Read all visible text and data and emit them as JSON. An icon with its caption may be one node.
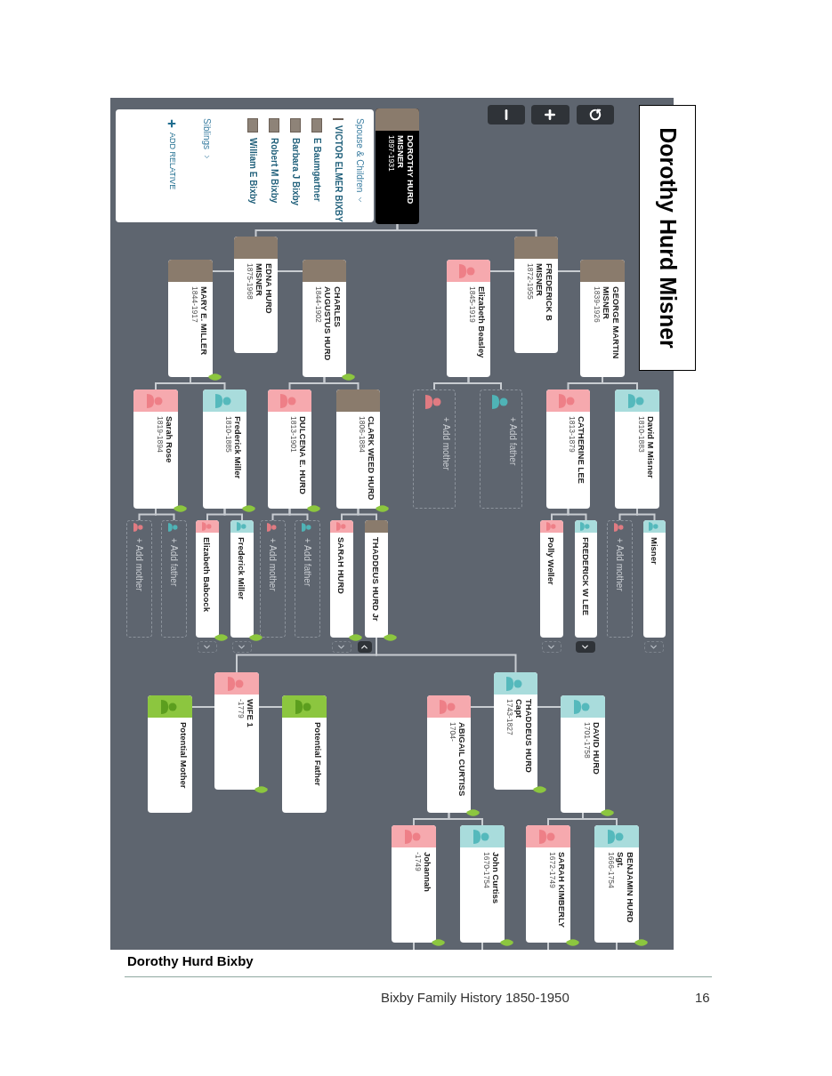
{
  "diagram": {
    "title": "Dorothy Hurd Misner",
    "caption": "Dorothy Hurd Bixby",
    "nodes": [
      {
        "text": [
          "DOROTHY HURD MISNER",
          "1897-1931"
        ]
      },
      {
        "text": [
          "Spouse & Children",
          "VICTOR ELMER BIXBY",
          "E Baumgartner",
          "Barbara J Bixby",
          "Robert M Bixby",
          "William E Bixby",
          "Siblings",
          "ADD RELATIVE"
        ]
      },
      {
        "text": [
          "FREDERICK B MISNER",
          "1872-1955"
        ]
      },
      {
        "text": [
          "EDNA HURD MISNER",
          "1875-1968"
        ]
      },
      {
        "text": [
          "GEORGE MARTIN MISNER",
          "1839-1926"
        ]
      },
      {
        "text": [
          "Elizabeth Beasley",
          "1845-1919"
        ]
      },
      {
        "text": [
          "CHARLES AUGUSTUS HURD",
          "1844-1902"
        ]
      },
      {
        "text": [
          "MARY E. MILLER",
          "1844-1917"
        ]
      },
      {
        "text": [
          "David M Misner",
          "1810-1883"
        ]
      },
      {
        "text": [
          "CATHERINE LEE",
          "1813-1879"
        ]
      },
      {
        "text": [
          "+ Add father"
        ]
      },
      {
        "text": [
          "+ Add mother"
        ]
      },
      {
        "text": [
          "CLARK WEED HURD",
          "1806-1884"
        ]
      },
      {
        "text": [
          "DULCENA E. HURD",
          "1813-1901"
        ]
      },
      {
        "text": [
          "Frederick Miller",
          "1810-1885"
        ]
      },
      {
        "text": [
          "Sarah Rose",
          "1819-1894"
        ]
      },
      {
        "text": [
          "Misner"
        ]
      },
      {
        "text": [
          "+ Add mother"
        ]
      },
      {
        "text": [
          "FREDERICK W LEE"
        ]
      },
      {
        "text": [
          "Polly Weller"
        ]
      },
      {
        "text": [
          "THADDEUS HURD Jr"
        ]
      },
      {
        "text": [
          "SARAH HURD"
        ]
      },
      {
        "text": [
          "+ Add father"
        ]
      },
      {
        "text": [
          "+ Add mother"
        ]
      },
      {
        "text": [
          "Frederick Miller"
        ]
      },
      {
        "text": [
          "Elizabeth Babcock"
        ]
      },
      {
        "text": [
          "+ Add father"
        ]
      },
      {
        "text": [
          "+ Add mother"
        ]
      },
      {
        "text": [
          "THADDEUS HURD Capt",
          "1743-1827"
        ]
      },
      {
        "text": [
          "WIFE 1",
          "-1779"
        ]
      },
      {
        "text": [
          "DAVID HURD",
          "1701-1758"
        ]
      },
      {
        "text": [
          "ABIGAIL CURTISS",
          "1704-"
        ]
      },
      {
        "text": [
          "Potential Father"
        ]
      },
      {
        "text": [
          "Potential Mother"
        ]
      },
      {
        "text": [
          "BENJAMIN HURD Sgt.",
          "1666-1754"
        ]
      },
      {
        "text": [
          "SARAH KIMBERLY",
          "1672-1749"
        ]
      },
      {
        "text": [
          "John Curtiss",
          "1670-1754"
        ]
      },
      {
        "text": [
          "Johannah",
          "-1749"
        ]
      }
    ],
    "edges": [
      {
        "from": 0,
        "to": 2,
        "arrow": "none"
      },
      {
        "from": 0,
        "to": 3,
        "arrow": "none"
      },
      {
        "from": 2,
        "to": 4,
        "arrow": "none"
      },
      {
        "from": 2,
        "to": 5,
        "arrow": "none"
      },
      {
        "from": 3,
        "to": 6,
        "arrow": "none"
      },
      {
        "from": 3,
        "to": 7,
        "arrow": "none"
      },
      {
        "from": 4,
        "to": 8,
        "arrow": "none"
      },
      {
        "from": 4,
        "to": 9,
        "arrow": "none"
      },
      {
        "from": 5,
        "to": 10,
        "arrow": "none"
      },
      {
        "from": 5,
        "to": 11,
        "arrow": "none"
      },
      {
        "from": 6,
        "to": 12,
        "arrow": "none"
      },
      {
        "from": 6,
        "to": 13,
        "arrow": "none"
      },
      {
        "from": 7,
        "to": 14,
        "arrow": "none"
      },
      {
        "from": 7,
        "to": 15,
        "arrow": "none"
      },
      {
        "from": 8,
        "to": 16,
        "arrow": "none"
      },
      {
        "from": 8,
        "to": 17,
        "arrow": "none"
      },
      {
        "from": 9,
        "to": 18,
        "arrow": "none"
      },
      {
        "from": 9,
        "to": 19,
        "arrow": "none"
      },
      {
        "from": 12,
        "to": 20,
        "arrow": "none"
      },
      {
        "from": 12,
        "to": 21,
        "arrow": "none"
      },
      {
        "from": 13,
        "to": 22,
        "arrow": "none"
      },
      {
        "from": 13,
        "to": 23,
        "arrow": "none"
      },
      {
        "from": 14,
        "to": 24,
        "arrow": "none"
      },
      {
        "from": 14,
        "to": 25,
        "arrow": "none"
      },
      {
        "from": 15,
        "to": 26,
        "arrow": "none"
      },
      {
        "from": 15,
        "to": 27,
        "arrow": "none"
      },
      {
        "from": 20,
        "to": 28,
        "arrow": "none"
      },
      {
        "from": 20,
        "to": 29,
        "arrow": "none"
      },
      {
        "from": 28,
        "to": 30,
        "arrow": "none"
      },
      {
        "from": 28,
        "to": 31,
        "arrow": "none"
      },
      {
        "from": 29,
        "to": 32,
        "arrow": "none"
      },
      {
        "from": 29,
        "to": 33,
        "arrow": "none"
      },
      {
        "from": 30,
        "to": 34,
        "arrow": "none"
      },
      {
        "from": 30,
        "to": 35,
        "arrow": "none"
      },
      {
        "from": 31,
        "to": 36,
        "arrow": "none"
      },
      {
        "from": 31,
        "to": 37,
        "arrow": "none"
      },
      {
        "from": 34,
        "to": null,
        "arrow": "none"
      },
      {
        "from": 35,
        "to": null,
        "arrow": "none"
      },
      {
        "from": 36,
        "to": null,
        "arrow": "none"
      },
      {
        "from": 37,
        "to": null,
        "arrow": "none"
      }
    ],
    "labels": [
      "Bixby Family History 1850-1950",
      "16"
    ]
  }
}
